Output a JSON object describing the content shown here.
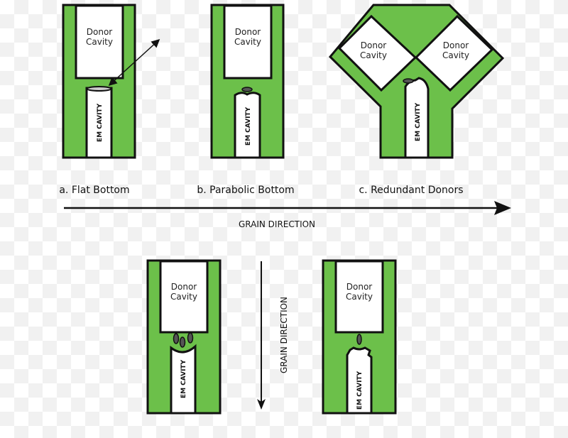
{
  "colors": {
    "green": "#6cc04a",
    "outline": "#111111"
  },
  "cavity": {
    "donor_line1": "Donor",
    "donor_line2": "Cavity",
    "em": "EM CAVITY"
  },
  "labels": {
    "a": "a. Flat Bottom",
    "b": "b. Parabolic Bottom",
    "c": "c. Redundant Donors"
  },
  "grain_direction": "GRAIN DIRECTION"
}
